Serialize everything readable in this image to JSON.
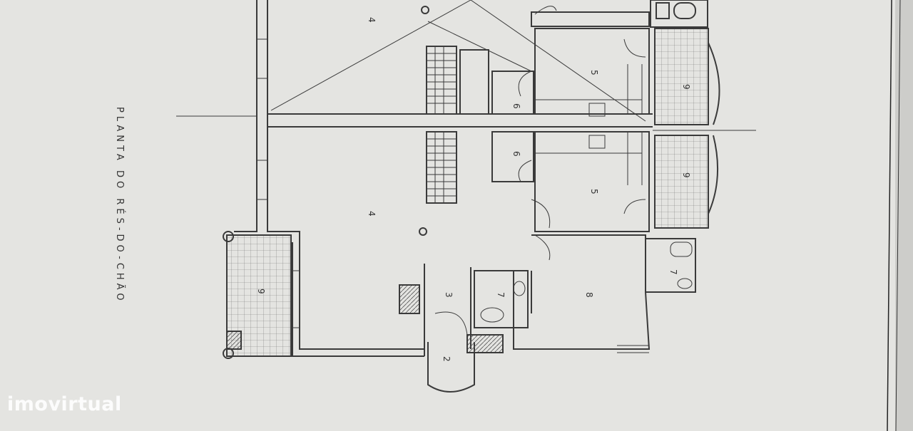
{
  "plan": {
    "title": "PLANTA DO RÉS-DO-CHÃO",
    "room_labels": {
      "room_4_top": "4",
      "room_4_main": "4",
      "room_5_upper": "5",
      "room_5_lower": "5",
      "room_6_upper": "6",
      "room_6_lower": "6",
      "room_9_upper": "9",
      "room_9_lower": "9",
      "room_9_terrace": "9",
      "room_3": "3",
      "room_2": "2",
      "room_7_left": "7",
      "room_7_right": "7",
      "room_8": "8"
    }
  },
  "watermark": {
    "text": "imovirtual"
  },
  "colors": {
    "paper": "#e6e6e3",
    "shadow": "#cfcfcd",
    "ink": "#3c3c3c",
    "watermark": "#ffffff"
  }
}
